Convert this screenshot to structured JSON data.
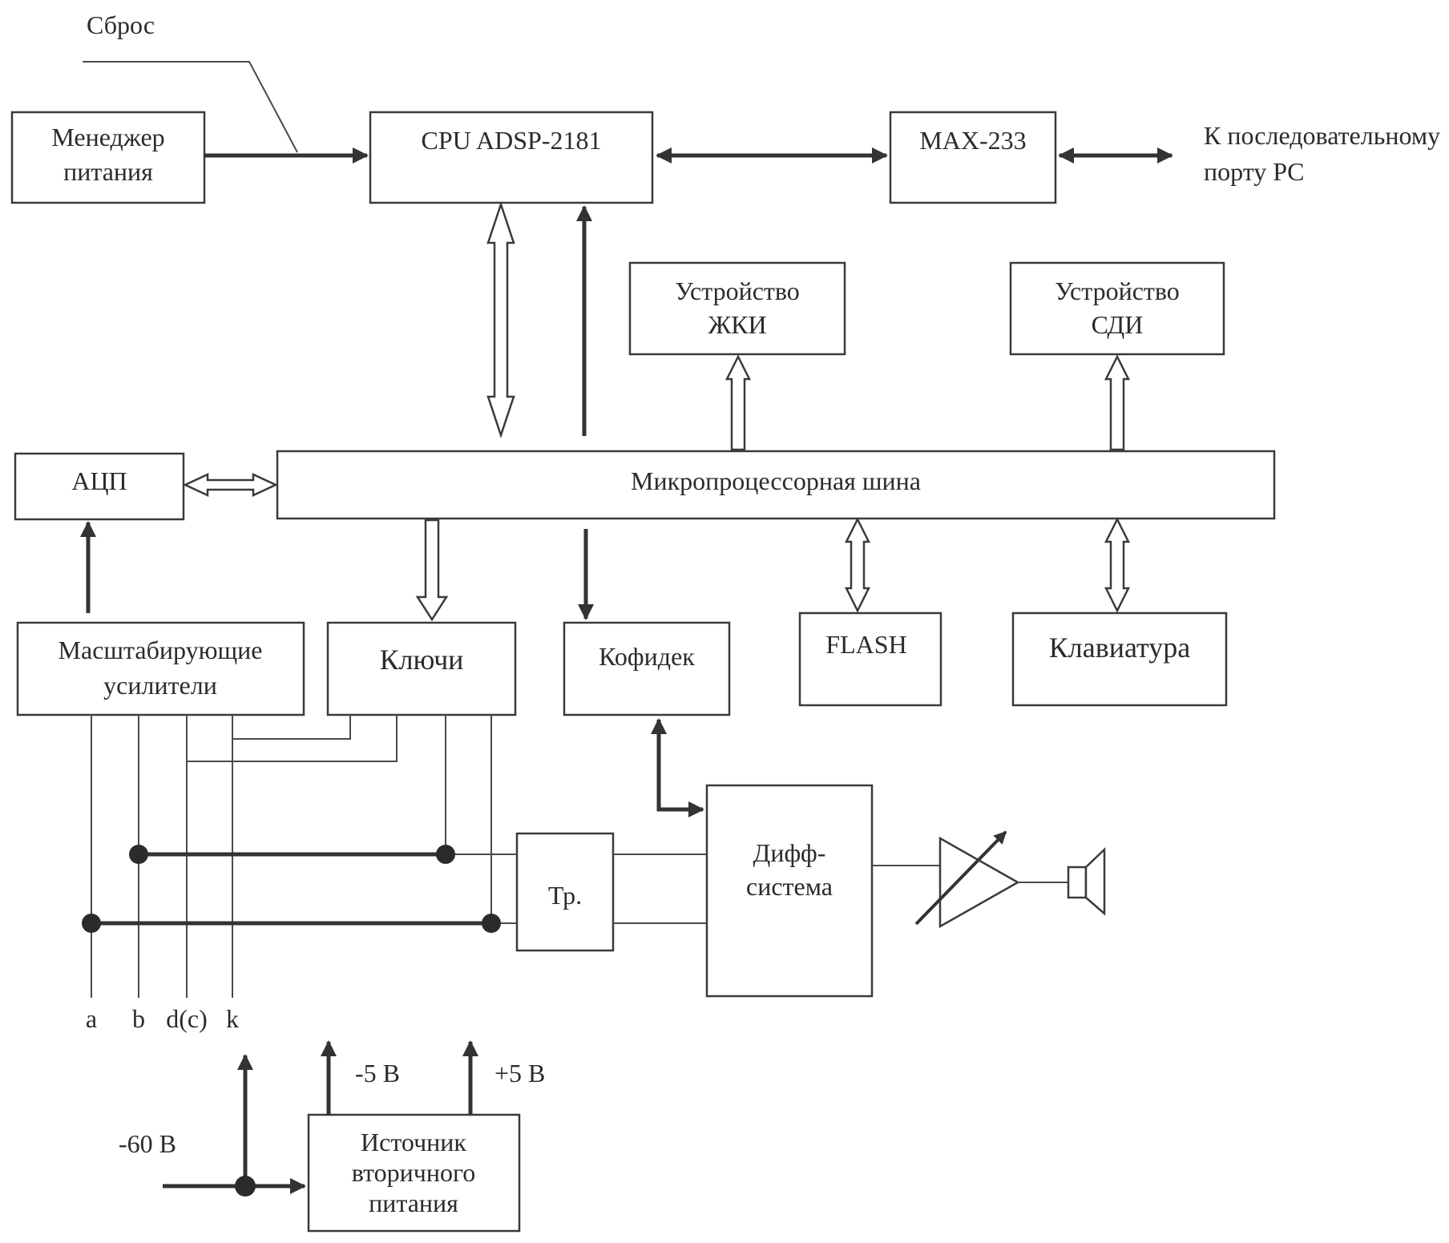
{
  "reset_label": "Сброс",
  "blocks": {
    "power_manager": [
      "Менеджер",
      "питания"
    ],
    "cpu": [
      "CPU ADSP-2181"
    ],
    "max233": [
      "MAX-233"
    ],
    "pc_port": [
      "К последовательному",
      "порту PC"
    ],
    "lcd": [
      "Устройство",
      "ЖКИ"
    ],
    "led": [
      "Устройство",
      "СДИ"
    ],
    "adc": [
      "АЦП"
    ],
    "bus": [
      "Микропроцессорная шина"
    ],
    "amplifiers": [
      "Масштабирующие",
      "усилители"
    ],
    "keys": [
      "Ключи"
    ],
    "codec": [
      "Кофидек"
    ],
    "flash": [
      "FLASH"
    ],
    "keyboard": [
      "Клавиатура"
    ],
    "transformer": [
      "Тр."
    ],
    "diff": [
      "Дифф-",
      "система"
    ],
    "secondary_power": [
      "Источник",
      "вторичного",
      "питания"
    ]
  },
  "line_labels": {
    "a": "a",
    "b": "b",
    "dc": "d(c)",
    "k": "k",
    "minus60": "-60 В",
    "minus5": "-5 В",
    "plus5": "+5 В"
  }
}
